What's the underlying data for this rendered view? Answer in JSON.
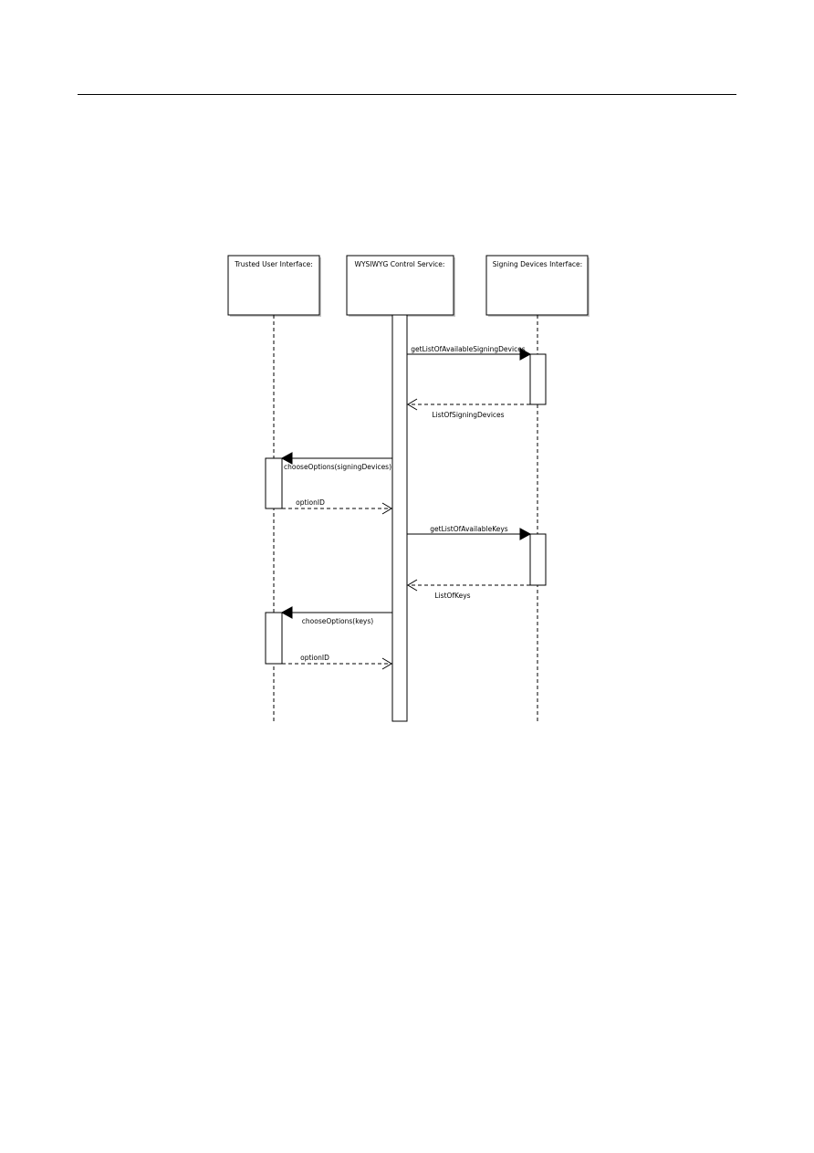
{
  "diagram": {
    "participants": [
      {
        "id": "tui",
        "label": "Trusted User Interface:"
      },
      {
        "id": "wcs",
        "label": "WYSIWYG Control Service:"
      },
      {
        "id": "sdi",
        "label": "Signing Devices Interface:"
      }
    ],
    "messages": [
      {
        "from": "wcs",
        "to": "sdi",
        "kind": "call",
        "label": "getListOfAvailableSigningDevices"
      },
      {
        "from": "sdi",
        "to": "wcs",
        "kind": "return",
        "label": "ListOfSigningDevices"
      },
      {
        "from": "wcs",
        "to": "tui",
        "kind": "call",
        "label": "chooseOptions(signingDevices)"
      },
      {
        "from": "tui",
        "to": "wcs",
        "kind": "return",
        "label": "optionID"
      },
      {
        "from": "wcs",
        "to": "sdi",
        "kind": "call",
        "label": "getListOfAvailableKeys"
      },
      {
        "from": "sdi",
        "to": "wcs",
        "kind": "return",
        "label": "ListOfKeys"
      },
      {
        "from": "wcs",
        "to": "tui",
        "kind": "call",
        "label": "chooseOptions(keys)"
      },
      {
        "from": "tui",
        "to": "wcs",
        "kind": "return",
        "label": "optionID"
      }
    ]
  }
}
